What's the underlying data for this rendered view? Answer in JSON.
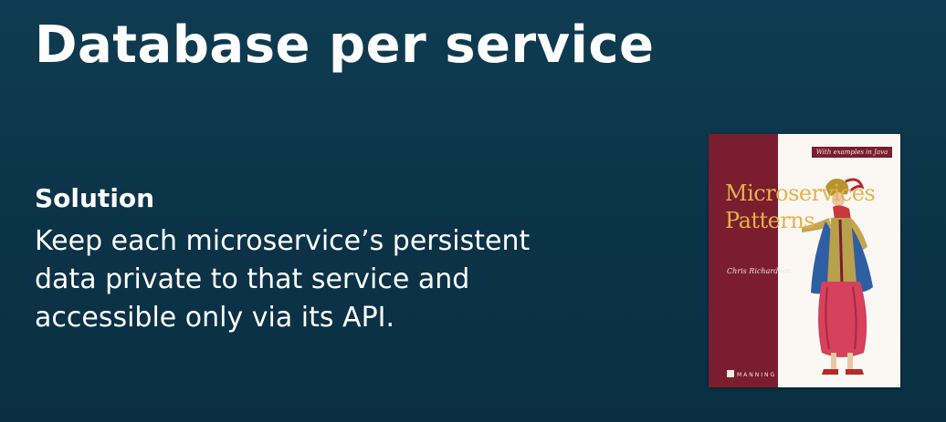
{
  "slide": {
    "title": "Database per service",
    "subtitle": "Solution",
    "body_lines": [
      "Keep each microservice’s persistent",
      "data private to that service and",
      "accessible only via its API."
    ]
  },
  "book": {
    "ribbon": "With examples in Java",
    "title": "Microservices\nPatterns",
    "author": "Chris Richardson",
    "publisher": "MANNING"
  },
  "colors": {
    "background": "#0e3a4f",
    "text": "#ffffff",
    "book_spine": "#7a1d2e",
    "book_title": "#e6b14d"
  }
}
